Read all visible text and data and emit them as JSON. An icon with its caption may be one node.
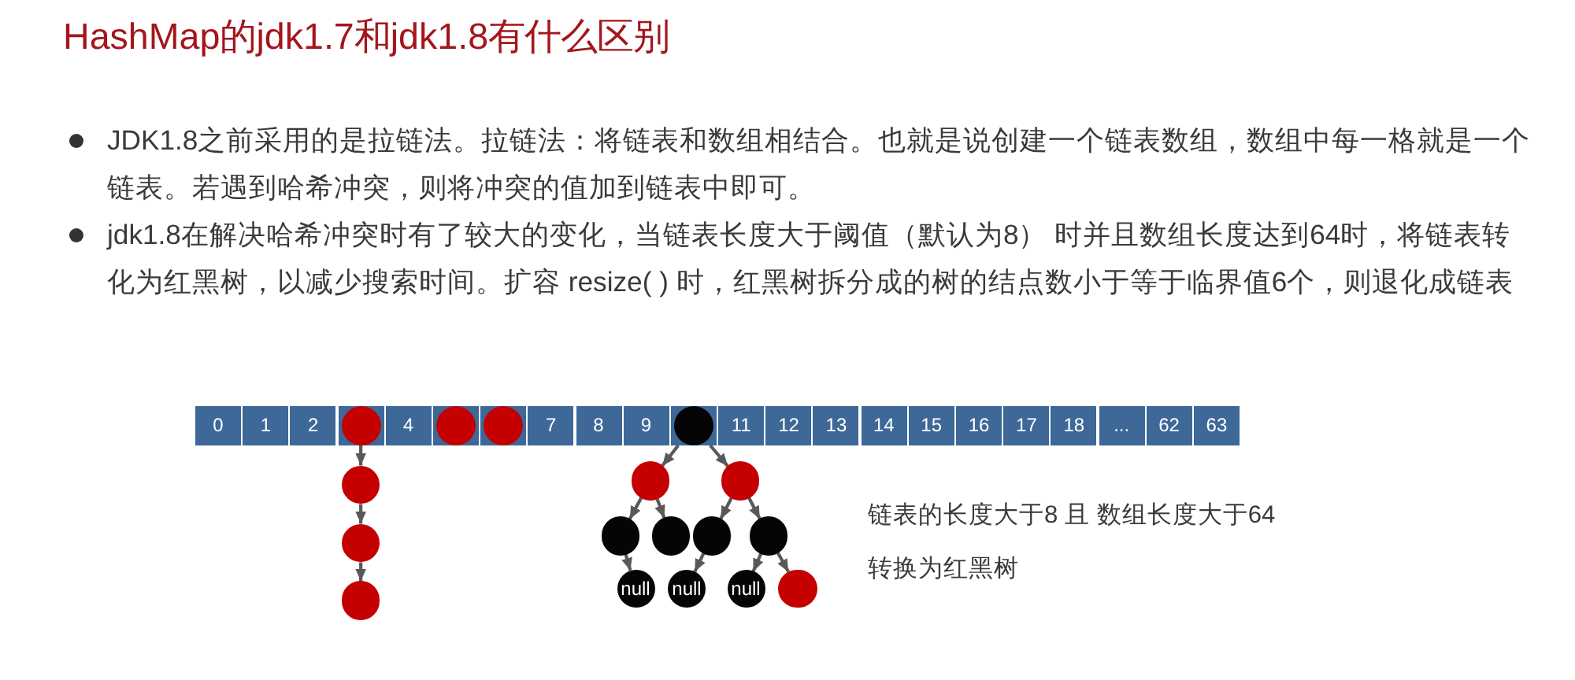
{
  "diagram": {
    "title": "HashMap的jdk1.7和jdk1.8有什么区别",
    "nodes": [
      {
        "text": [
          "0"
        ]
      },
      {
        "text": [
          "1"
        ]
      },
      {
        "text": [
          "2"
        ]
      },
      {
        "text": [],
        "shape": "box"
      },
      {
        "text": [
          "4"
        ]
      },
      {
        "text": [],
        "shape": "box"
      },
      {
        "text": [],
        "shape": "box"
      },
      {
        "text": [
          "7"
        ]
      },
      {
        "text": [
          "8"
        ]
      },
      {
        "text": [
          "9"
        ]
      },
      {
        "text": [],
        "shape": "box"
      },
      {
        "text": [
          "11"
        ]
      },
      {
        "text": [
          "12"
        ]
      },
      {
        "text": [
          "13"
        ]
      },
      {
        "text": [
          "14"
        ]
      },
      {
        "text": [
          "15"
        ]
      },
      {
        "text": [
          "16"
        ]
      },
      {
        "text": [
          "17"
        ]
      },
      {
        "text": [
          "18"
        ]
      },
      {
        "text": [
          "..."
        ]
      },
      {
        "text": [
          "62"
        ]
      },
      {
        "text": [
          "63"
        ]
      },
      {
        "text": [],
        "shape": "circle",
        "in": 3
      },
      {
        "text": [],
        "shape": "circle",
        "in": 5
      },
      {
        "text": [],
        "shape": "circle",
        "in": 6
      },
      {
        "text": [],
        "shape": "circle",
        "in": 10
      },
      {
        "text": [],
        "shape": "circle"
      },
      {
        "text": [],
        "shape": "circle"
      },
      {
        "text": [],
        "shape": "circle"
      },
      {
        "text": [],
        "shape": "circle"
      },
      {
        "text": [],
        "shape": "circle"
      },
      {
        "text": [],
        "shape": "circle"
      },
      {
        "text": [],
        "shape": "circle"
      },
      {
        "text": [],
        "shape": "circle"
      },
      {
        "text": [],
        "shape": "circle"
      },
      {
        "text": [
          "null"
        ]
      },
      {
        "text": [
          "null"
        ]
      },
      {
        "text": [
          "null"
        ]
      },
      {
        "text": [],
        "shape": "circle"
      }
    ],
    "edges": [
      {
        "from": 22,
        "to": 26,
        "arrow": "to"
      },
      {
        "from": 26,
        "to": 29,
        "arrow": "to"
      },
      {
        "from": 29,
        "to": 34,
        "arrow": "to"
      },
      {
        "from": 25,
        "to": 27,
        "arrow": "to"
      },
      {
        "from": 25,
        "to": 28,
        "arrow": "to"
      },
      {
        "from": 27,
        "to": 30,
        "arrow": "to"
      },
      {
        "from": 27,
        "to": 31,
        "arrow": "to"
      },
      {
        "from": 28,
        "to": 32,
        "arrow": "to"
      },
      {
        "from": 28,
        "to": 33,
        "arrow": "to"
      },
      {
        "from": 30,
        "to": 35,
        "arrow": "to"
      },
      {
        "from": 32,
        "to": 36,
        "arrow": "to"
      },
      {
        "from": 33,
        "to": 37,
        "arrow": "to"
      },
      {
        "from": 33,
        "to": 38,
        "arrow": "to"
      }
    ],
    "labels": [
      "JDK1.8之前采用的是拉链法。拉链法：将链表和数组相结合。也就是说创建一个链表数组，数组中每一格就是一个链表。若遇到哈希冲突，则将冲突的值加到链表中即可。",
      "jdk1.8在解决哈希冲突时有了较大的变化，当链表长度大于阈值（默认为8） 时并且数组长度达到64时，将链表转化为红黑树，以减少搜索时间。扩容 resize( ) 时，红黑树拆分成的树的结点数小于等于临界值6个，则退化成链表",
      "链表的长度大于8 且 数组长度大于64",
      "转换为红黑树"
    ]
  }
}
